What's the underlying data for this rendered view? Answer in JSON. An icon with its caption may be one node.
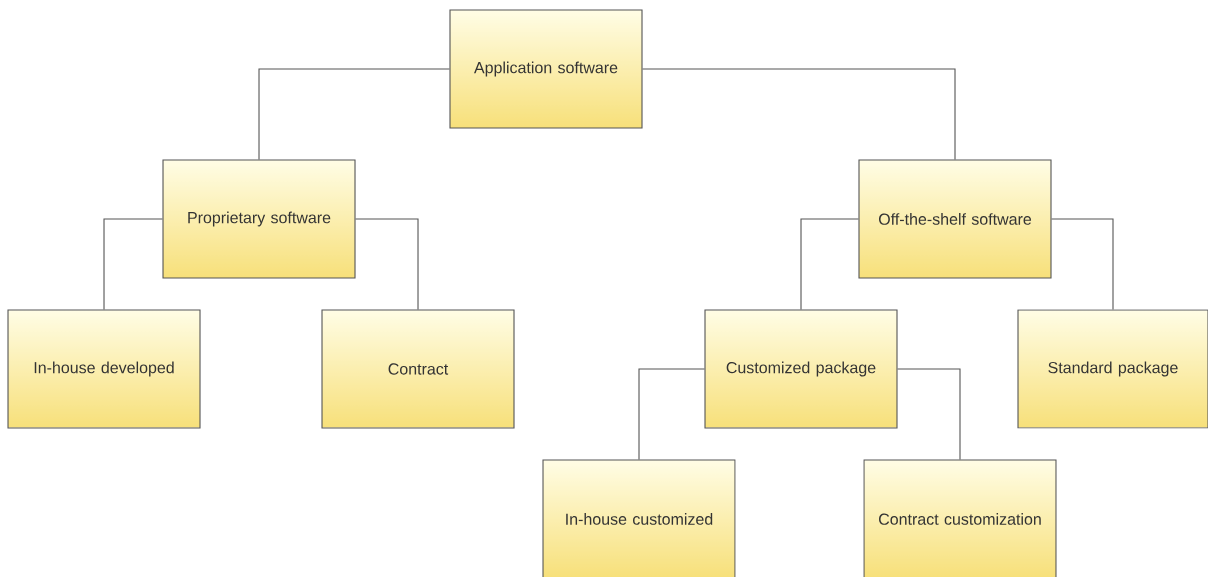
{
  "diagram": {
    "nodes": [
      {
        "text": [
          "Application software"
        ]
      },
      {
        "text": [
          "Proprietary software"
        ]
      },
      {
        "text": [
          "Off-the-shelf software"
        ]
      },
      {
        "text": [
          "In-house developed"
        ]
      },
      {
        "text": [
          "Contract"
        ]
      },
      {
        "text": [
          "Customized package"
        ]
      },
      {
        "text": [
          "Standard package"
        ]
      },
      {
        "text": [
          "In-house customized"
        ]
      },
      {
        "text": [
          "Contract customization"
        ]
      }
    ],
    "edges": [
      {
        "from": 0,
        "to": 1,
        "arrow": "none"
      },
      {
        "from": 0,
        "to": 2,
        "arrow": "none"
      },
      {
        "from": 1,
        "to": 3,
        "arrow": "none"
      },
      {
        "from": 1,
        "to": 4,
        "arrow": "none"
      },
      {
        "from": 2,
        "to": 5,
        "arrow": "none"
      },
      {
        "from": 2,
        "to": 6,
        "arrow": "none"
      },
      {
        "from": 5,
        "to": 7,
        "arrow": "none"
      },
      {
        "from": 5,
        "to": 8,
        "arrow": "none"
      }
    ]
  }
}
